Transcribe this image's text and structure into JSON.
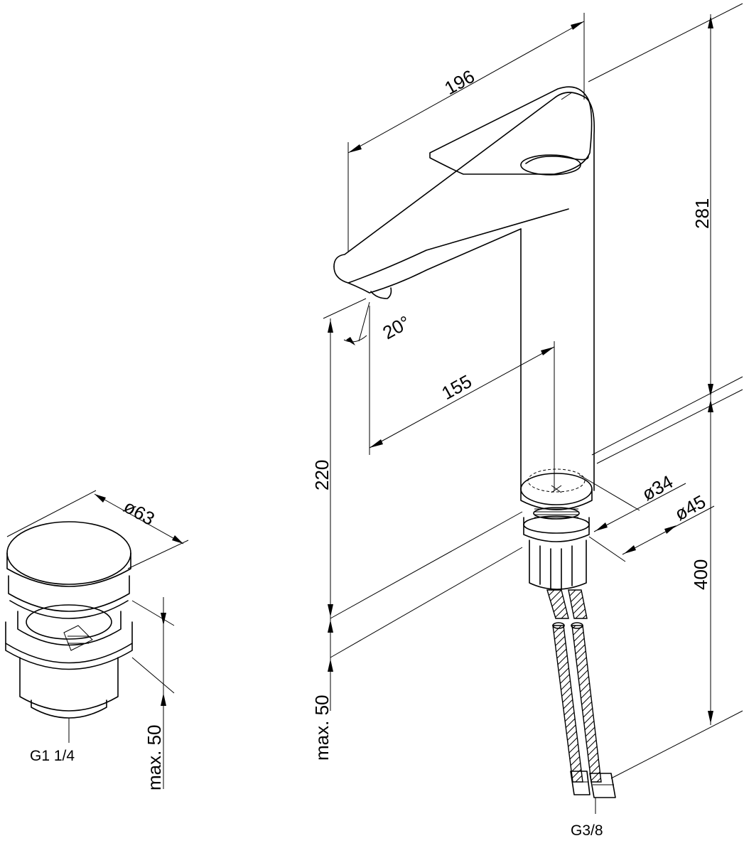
{
  "faucet": {
    "dim_spout_reach": "196",
    "dim_height": "281",
    "dim_spout_angle": "20°",
    "dim_projection": "155",
    "dim_spout_height": "220",
    "dim_max_counter_bottom": "max. 50",
    "dim_base_d1": "ø34",
    "dim_base_d2": "ø45",
    "dim_hose_length": "400",
    "thread_hose": "G3/8"
  },
  "drain": {
    "dim_diameter": "ø63",
    "dim_max": "max. 50",
    "thread": "G1 1/4"
  }
}
